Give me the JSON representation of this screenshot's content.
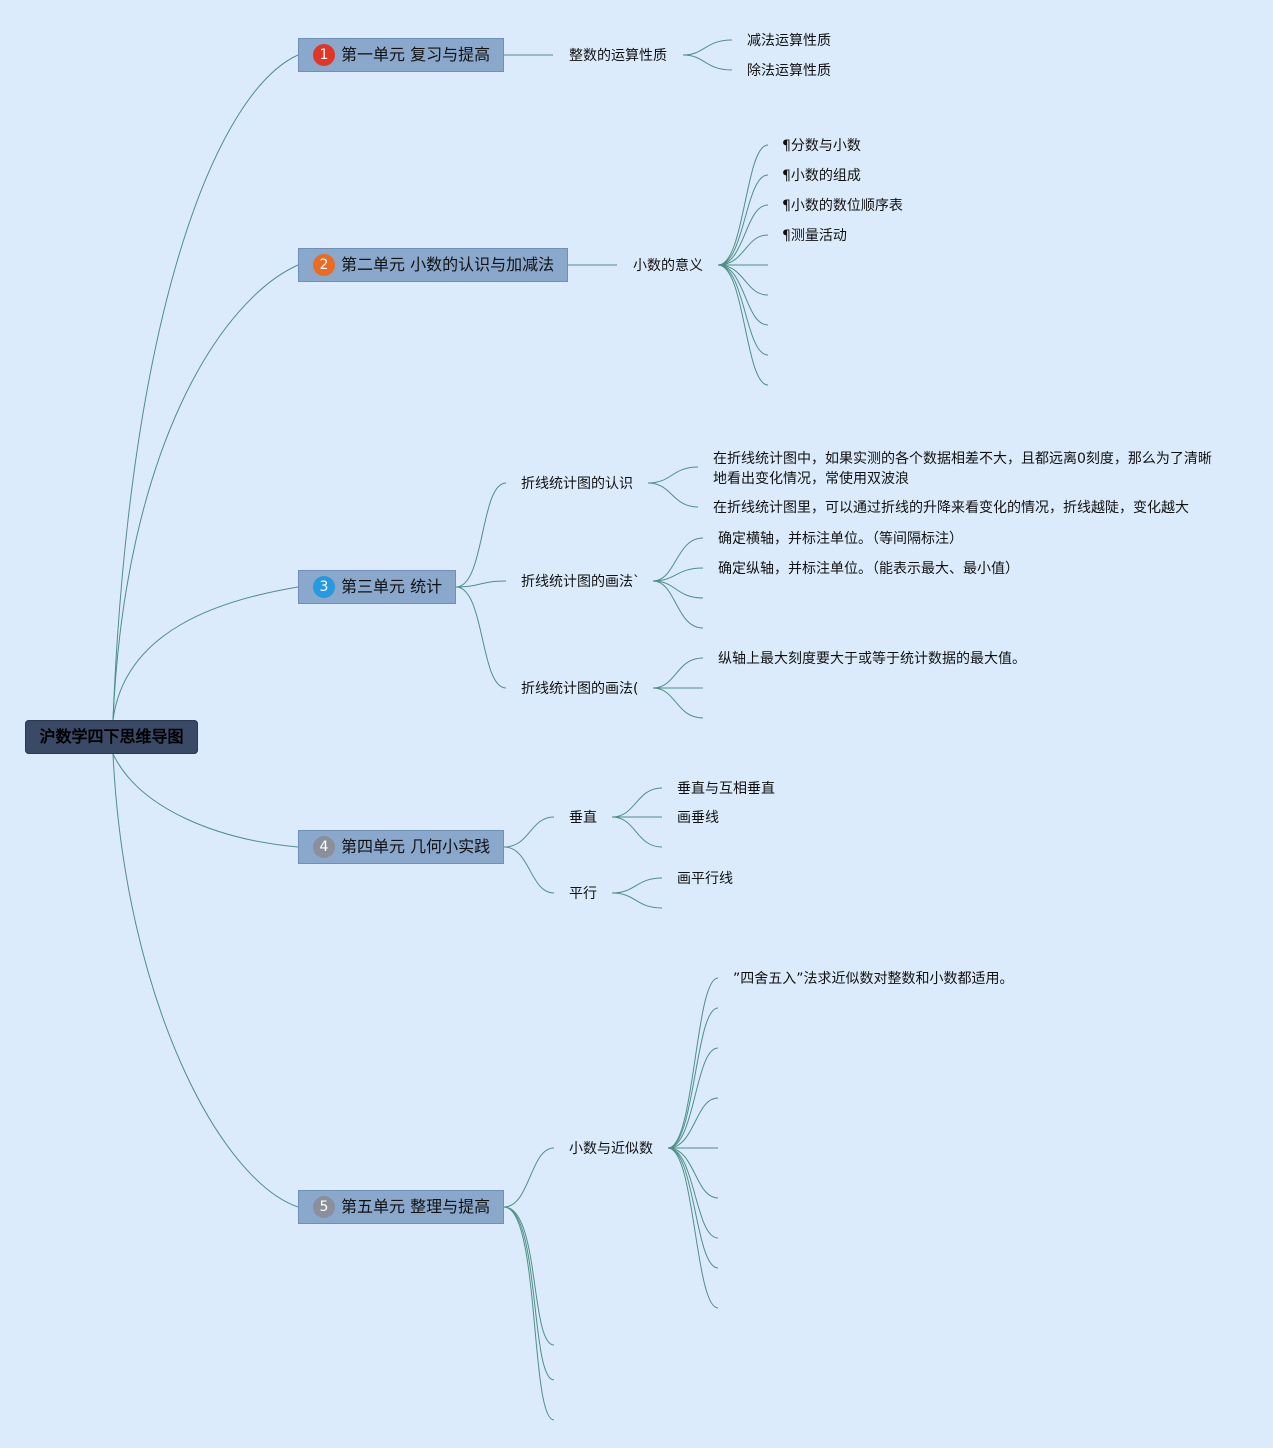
{
  "root": {
    "label": "沪数学四下思维导图"
  },
  "units": [
    {
      "num": "1",
      "color": "#e03628",
      "label": "第一单元 复习与提高"
    },
    {
      "num": "2",
      "color": "#ec6b22",
      "label": "第二单元 小数的认识与加减法"
    },
    {
      "num": "3",
      "color": "#2799df",
      "label": "第三单元 统计"
    },
    {
      "num": "4",
      "color": "#8b8f99",
      "label": "第四单元 几何小实践"
    },
    {
      "num": "5",
      "color": "#8b8f99",
      "label": "第五单元 整理与提高"
    }
  ],
  "topics": {
    "u1": {
      "label": "整数的运算性质",
      "items": [
        "减法运算性质",
        "除法运算性质"
      ]
    },
    "u2": {
      "label": "小数的意义",
      "items": [
        "¶分数与小数",
        "¶小数的组成",
        "¶小数的数位顺序表",
        "¶测量活动"
      ]
    },
    "u3": {
      "a": {
        "label": "折线统计图的认识",
        "items": [
          "在折线统计图中，如果实测的各个数据相差不大，且都远离0刻度，那么为了清晰地看出变化情况，常使用双波浪",
          "在折线统计图里，可以通过折线的升降来看变化的情况，折线越陡，变化越大"
        ]
      },
      "b": {
        "label": "折线统计图的画法`",
        "items": [
          "确定横轴，并标注单位。（等间隔标注）",
          "确定纵轴，并标注单位。（能表示最大、最小值）"
        ]
      },
      "c": {
        "label": "折线统计图的画法(",
        "items": [
          "纵轴上最大刻度要大于或等于统计数据的最大值。"
        ]
      }
    },
    "u4": {
      "a": {
        "label": "垂直",
        "items": [
          "垂直与互相垂直",
          "画垂线"
        ]
      },
      "b": {
        "label": "平行",
        "items": [
          "画平行线"
        ]
      }
    },
    "u5": {
      "label": "小数与近似数",
      "items": [
        "”四舍五入”法求近似数对整数和小数都适用。"
      ]
    }
  },
  "colors": {
    "background": "#dcebfc",
    "line": "#4e8f86",
    "root": "#3a4a66",
    "unit": "#8aa7cc"
  }
}
